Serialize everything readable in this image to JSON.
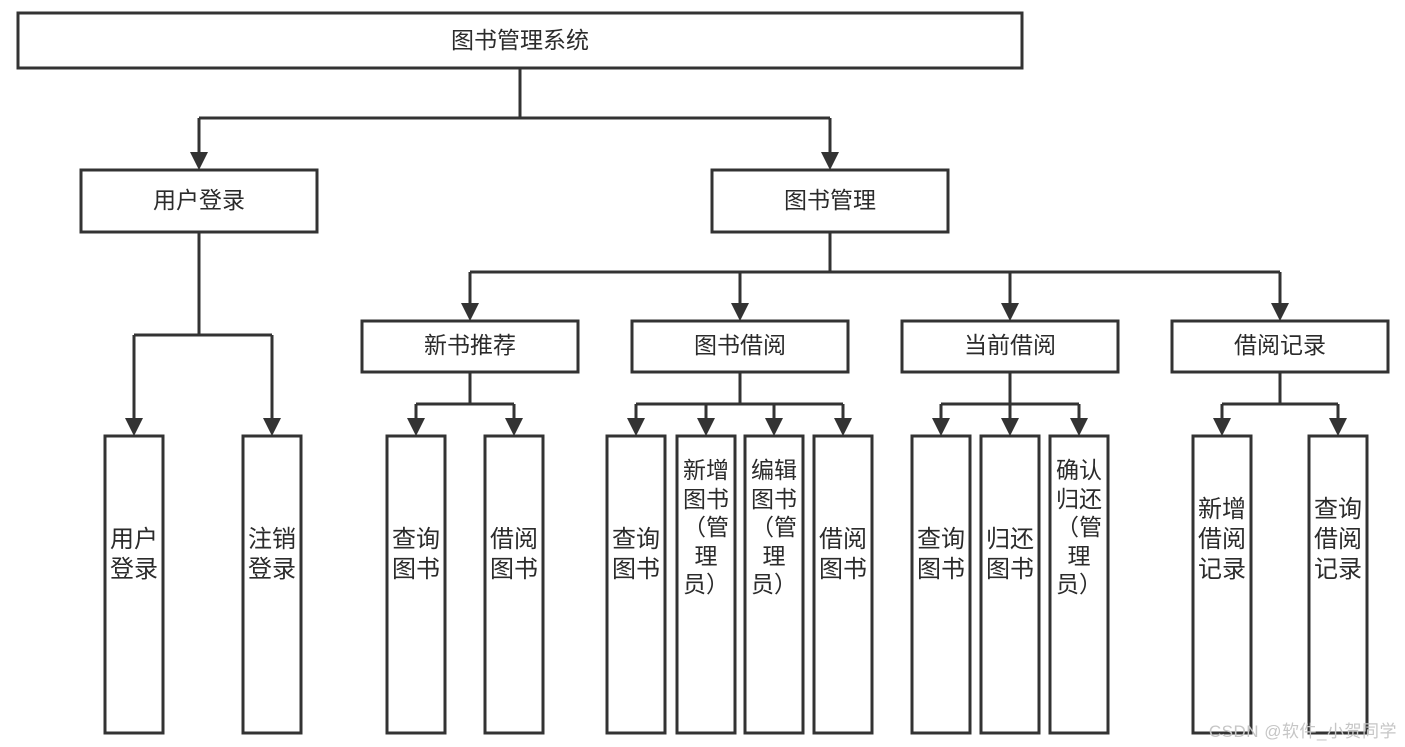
{
  "diagram": {
    "title": "图书管理系统",
    "type": "tree",
    "watermark": "CSDN @软件_小贺同学",
    "colors": {
      "box_fill": "#ffffff",
      "box_stroke": "#333333",
      "text": "#2b2b2b",
      "connector": "#333333",
      "watermark": "#c6c6c6",
      "background": "#ffffff"
    },
    "levels": [
      {
        "level": 0,
        "nodes": [
          {
            "id": "root",
            "label": "图书管理系统",
            "orientation": "horizontal"
          }
        ]
      },
      {
        "level": 1,
        "nodes": [
          {
            "id": "login",
            "label": "用户登录",
            "orientation": "horizontal",
            "parent": "root"
          },
          {
            "id": "bookmgmt",
            "label": "图书管理",
            "orientation": "horizontal",
            "parent": "root"
          }
        ]
      },
      {
        "level": 2,
        "nodes": [
          {
            "id": "newbook",
            "label": "新书推荐",
            "orientation": "horizontal",
            "parent": "bookmgmt"
          },
          {
            "id": "borrow",
            "label": "图书借阅",
            "orientation": "horizontal",
            "parent": "bookmgmt"
          },
          {
            "id": "current",
            "label": "当前借阅",
            "orientation": "horizontal",
            "parent": "bookmgmt"
          },
          {
            "id": "records",
            "label": "借阅记录",
            "orientation": "horizontal",
            "parent": "bookmgmt"
          }
        ]
      },
      {
        "level": 3,
        "nodes": [
          {
            "id": "leaf-1",
            "label": "用户登录",
            "orientation": "vertical",
            "parent": "login"
          },
          {
            "id": "leaf-2",
            "label": "注销登录",
            "orientation": "vertical",
            "parent": "login"
          },
          {
            "id": "leaf-3",
            "label": "查询图书",
            "orientation": "vertical",
            "parent": "newbook"
          },
          {
            "id": "leaf-4",
            "label": "借阅图书",
            "orientation": "vertical",
            "parent": "newbook"
          },
          {
            "id": "leaf-5",
            "label": "查询图书",
            "orientation": "vertical",
            "parent": "borrow"
          },
          {
            "id": "leaf-6",
            "label": "新增图书（管理员）",
            "orientation": "vertical",
            "parent": "borrow"
          },
          {
            "id": "leaf-7",
            "label": "编辑图书（管理员）",
            "orientation": "vertical",
            "parent": "borrow"
          },
          {
            "id": "leaf-8",
            "label": "借阅图书",
            "orientation": "vertical",
            "parent": "borrow"
          },
          {
            "id": "leaf-9",
            "label": "查询图书",
            "orientation": "vertical",
            "parent": "current"
          },
          {
            "id": "leaf-10",
            "label": "归还图书",
            "orientation": "vertical",
            "parent": "current"
          },
          {
            "id": "leaf-11",
            "label": "确认归还（管理员）",
            "orientation": "vertical",
            "parent": "current"
          },
          {
            "id": "leaf-12",
            "label": "新增借阅记录",
            "orientation": "vertical",
            "parent": "records"
          },
          {
            "id": "leaf-13",
            "label": "查询借阅记录",
            "orientation": "vertical",
            "parent": "records"
          }
        ]
      }
    ]
  }
}
